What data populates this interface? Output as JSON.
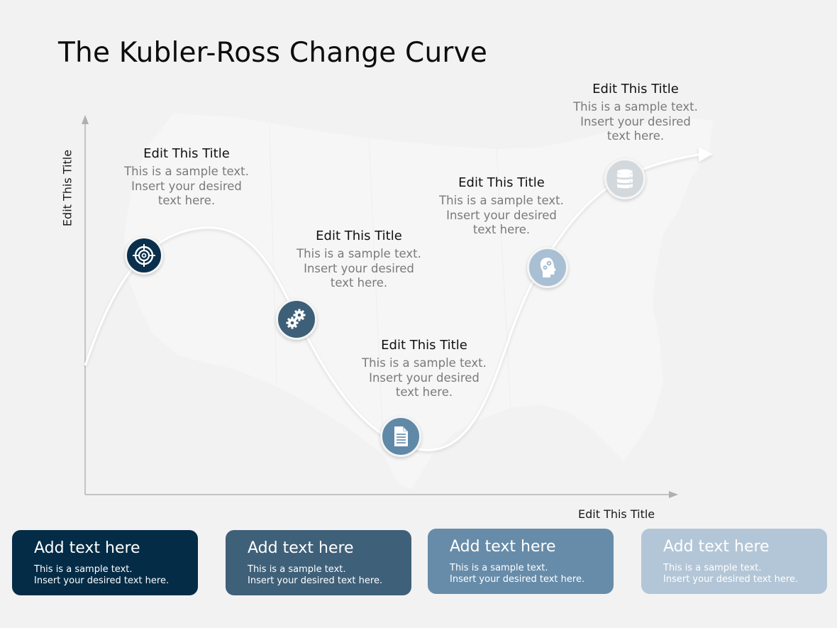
{
  "slide": {
    "title": "The Kubler-Ross Change Curve"
  },
  "axes": {
    "y_label": "Edit This Title",
    "x_label": "Edit This Title"
  },
  "stages": [
    {
      "title": "Edit This Title",
      "desc_line1": "This is a sample text.",
      "desc_line2": "Insert your desired",
      "desc_line3": "text here.",
      "icon": "target-icon",
      "color": "#0b2f4c"
    },
    {
      "title": "Edit This Title",
      "desc_line1": "This is a sample text.",
      "desc_line2": "Insert your desired",
      "desc_line3": "text here.",
      "icon": "gears-icon",
      "color": "#3d5f78"
    },
    {
      "title": "Edit This Title",
      "desc_line1": "This is a sample text.",
      "desc_line2": "Insert your desired",
      "desc_line3": "text here.",
      "icon": "document-icon",
      "color": "#6089a8"
    },
    {
      "title": "Edit This Title",
      "desc_line1": "This is a sample text.",
      "desc_line2": "Insert your desired",
      "desc_line3": "text here.",
      "icon": "head-gears-icon",
      "color": "#a9bfd3"
    },
    {
      "title": "Edit This Title",
      "desc_line1": "This is a sample text.",
      "desc_line2": "Insert your desired",
      "desc_line3": "text here.",
      "icon": "database-icon",
      "color": "#d3d8dd"
    }
  ],
  "cards": [
    {
      "title": "Add text here",
      "line1": "This is a sample text.",
      "line2": "Insert your desired text here.",
      "color": "#042c47"
    },
    {
      "title": "Add text here",
      "line1": "This is a sample text.",
      "line2": "Insert your desired text here.",
      "color": "#3f6079"
    },
    {
      "title": "Add text here",
      "line1": "This is a sample text.",
      "line2": "Insert your desired text here.",
      "color": "#678ca9"
    },
    {
      "title": "Add text here",
      "line1": "This is a sample text.",
      "line2": "Insert your desired text here.",
      "color": "#b3c6d7"
    }
  ],
  "colors": {
    "background": "#f2f2f2",
    "axis": "#b5b5b5",
    "curve": "#ffffff"
  }
}
